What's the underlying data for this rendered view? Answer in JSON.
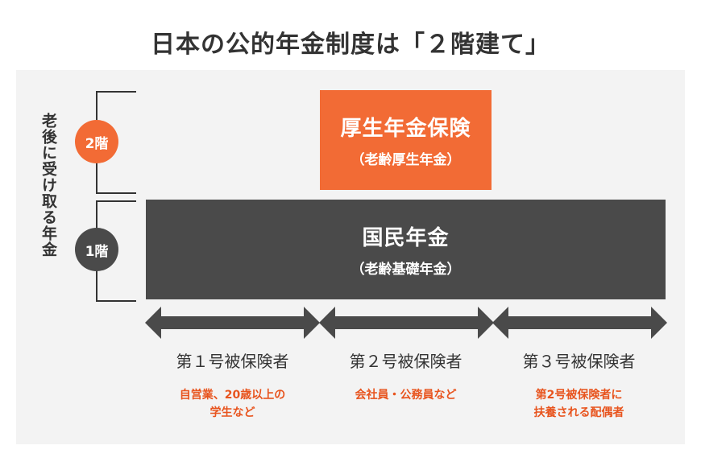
{
  "title": "日本の公的年金制度は「２階建て」",
  "side_label": "老後に受け取る年金",
  "floors": {
    "second": {
      "badge": "2階",
      "name": "厚生年金保険",
      "sub": "（老齢厚生年金）",
      "color": "#f26b35"
    },
    "first": {
      "badge": "1階",
      "name": "国民年金",
      "sub": "（老齢基礎年金）",
      "color": "#4a4a4a"
    }
  },
  "insured": [
    {
      "label": "第１号被保険者",
      "desc_line1": "自営業、20歳以上の",
      "desc_line2": "学生など"
    },
    {
      "label": "第２号被保険者",
      "desc_line1": "会社員・公務員など",
      "desc_line2": ""
    },
    {
      "label": "第３号被保険者",
      "desc_line1": "第2号被保険者に",
      "desc_line2": "扶養される配偶者"
    }
  ],
  "colors": {
    "accent": "#f26b35",
    "dark": "#4a4a4a",
    "desc_text": "#e8541e",
    "panel_bg": "#f3f3f3"
  }
}
